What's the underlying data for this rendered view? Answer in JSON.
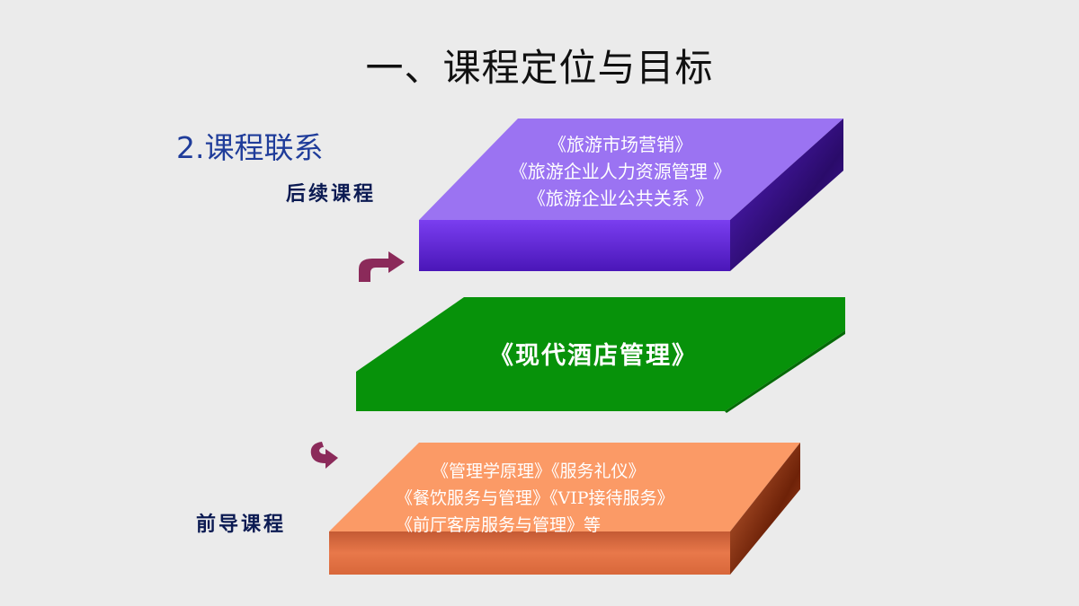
{
  "title": "一、课程定位与目标",
  "subtitle": "2.课程联系",
  "labels": {
    "later": "后续课程",
    "prior": "前导课程"
  },
  "later_courses": [
    "《旅游市场营销》",
    "《旅游企业人力资源管理 》",
    "《旅游企业公共关系 》"
  ],
  "current_course": "《现代酒店管理》",
  "prior_courses": [
    "《管理学原理》《服务礼仪》",
    "《餐饮服务与管理》《VIP接待服务》",
    "《前厅客房服务与管理》等"
  ],
  "colors": {
    "background": "#ebebeb",
    "purple_top": "#9b73f2",
    "purple_front": "#6a2fd8",
    "purple_side": "#3c1490",
    "green": "#07920a",
    "orange_top": "#fb9a66",
    "orange_front": "#e27242",
    "orange_side": "#8a2e0e",
    "arrow": "#8b2a5a"
  }
}
